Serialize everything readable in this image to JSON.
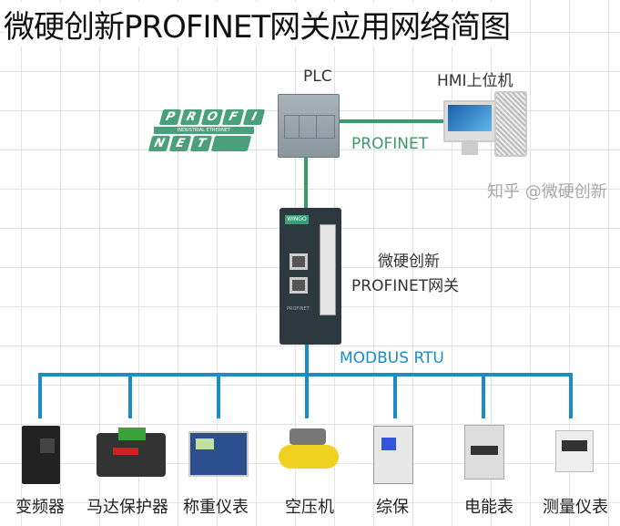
{
  "title": "微硬创新PROFINET网关应用网络简图",
  "plc_label": "PLC",
  "hmi_label": "HMI上位机",
  "profinet_link_label": "PROFINET",
  "profinet_logo": {
    "top": [
      "P",
      "R",
      "O",
      "F",
      "I"
    ],
    "middle": "INDUSTRIAL ETHERNET",
    "bottom": [
      "N",
      "E",
      "T"
    ]
  },
  "gateway": {
    "line1": "微硬创新",
    "line2": "PROFINET网关",
    "badge": "WINGO",
    "port_label": "PROFINET"
  },
  "bus_label": "MODBUS RTU",
  "devices": [
    "变频器",
    "马达保护器",
    "称重仪表",
    "空压机",
    "综保",
    "电能表",
    "测量仪表"
  ],
  "watermark": "知乎 @微硬创新",
  "colors": {
    "profinet": "#3a9a6a",
    "modbus": "#1a8cc8"
  }
}
